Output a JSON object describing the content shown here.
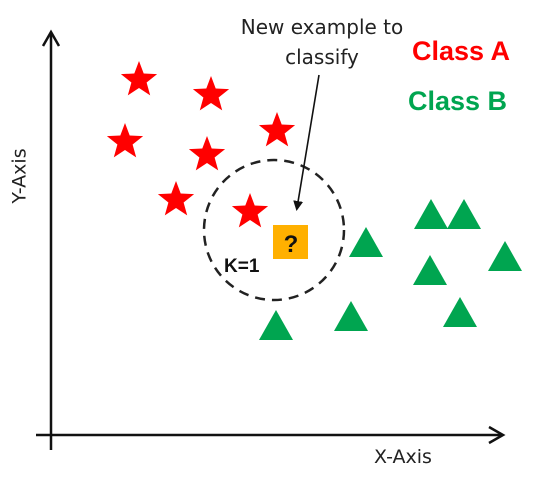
{
  "diagram": {
    "axis_y_label": "Y-Axis",
    "axis_x_label": "X-Axis",
    "annotation": "New example to classify",
    "k_label": "K=1",
    "query_symbol": "?",
    "legend": [
      {
        "label": "Class A",
        "color": "#ff0000",
        "marker": "star-icon"
      },
      {
        "label": "Class B",
        "color": "#00a550",
        "marker": "triangle-icon"
      }
    ],
    "query_color": "#ffb000"
  }
}
